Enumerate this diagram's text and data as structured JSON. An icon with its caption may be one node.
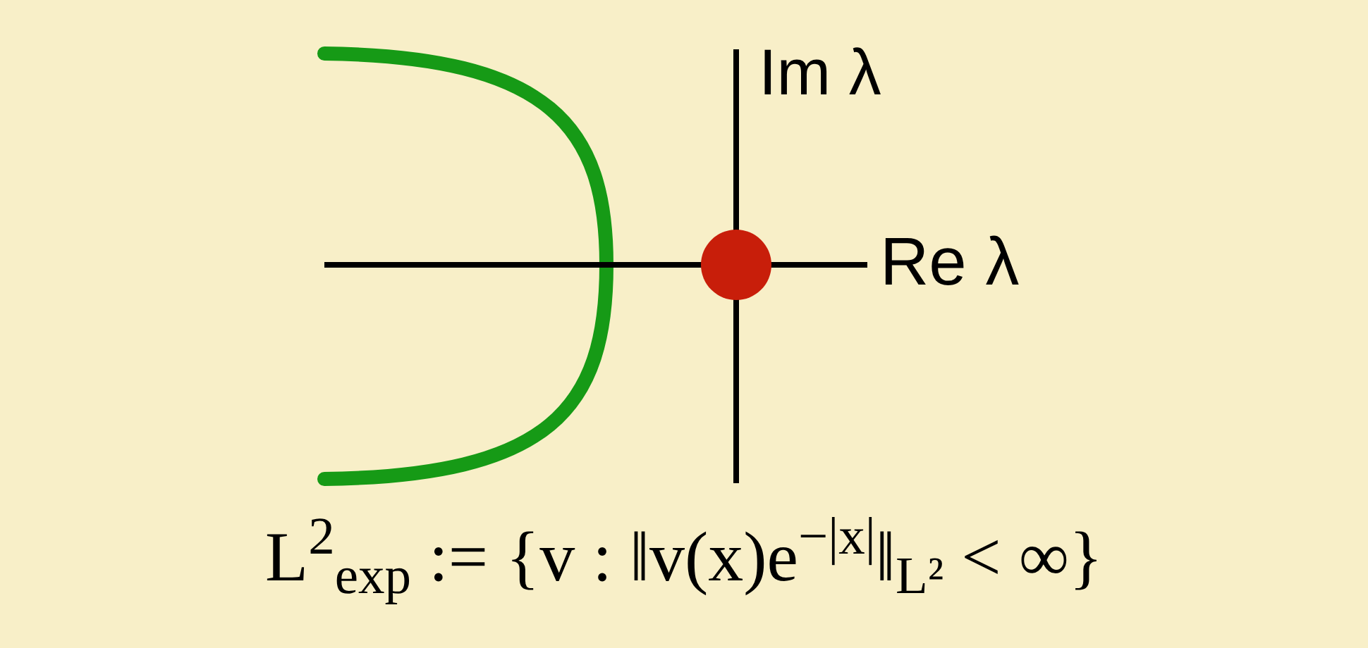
{
  "diagram": {
    "labels": [
      "Im λ",
      "Re λ",
      "L$^{2}$$_{exp}$ := {v : ‖v(x)e$^{−|x|}$‖$_{L²}$ < ∞}"
    ]
  }
}
